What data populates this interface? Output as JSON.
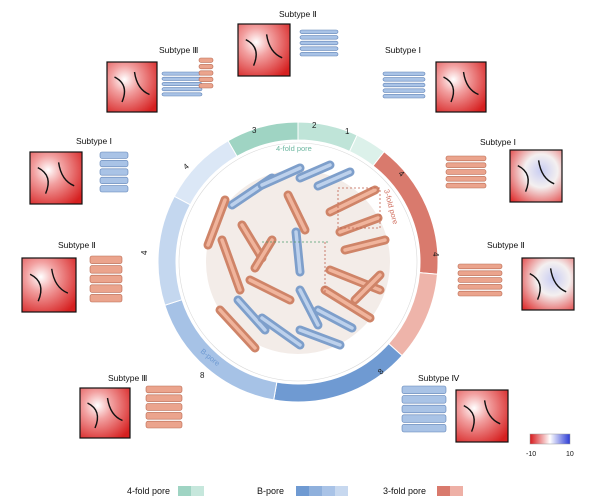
{
  "subtypes": {
    "top": "Subtype Ⅱ",
    "top_left": "Subtype Ⅲ",
    "top_right": "Subtype Ⅰ",
    "left_upper": "Subtype Ⅰ",
    "right_upper": "Subtype Ⅰ",
    "left_lower": "Subtype Ⅱ",
    "right_lower": "Subtype Ⅱ",
    "bottom_left": "Subtype Ⅲ",
    "bottom_right": "Subtype Ⅳ"
  },
  "ring": {
    "segments": [
      {
        "label": "3",
        "color": "#9fd4c3"
      },
      {
        "label": "2",
        "color": "#bfe4d8"
      },
      {
        "label": "1",
        "color": "#dcf1ea"
      },
      {
        "label": "4",
        "color": "#d97a6d"
      },
      {
        "label": "4",
        "color": "#eeb4aa"
      },
      {
        "label": "8",
        "color": "#6f9ad2"
      },
      {
        "label": "8",
        "color": "#a6c2e6"
      },
      {
        "label": "4",
        "color": "#c4d7ef"
      },
      {
        "label": "4",
        "color": "#dbe7f6"
      }
    ],
    "pore_labels": {
      "four_fold": "4-fold pore",
      "three_fold": "3-fold pore",
      "b_pore": "B-pore"
    }
  },
  "colorbar": {
    "min": "-10",
    "max": "10",
    "low_color": "#d7191c",
    "high_color": "#2b3bd6"
  },
  "legend": [
    {
      "label": "4-fold pore",
      "colors": [
        "#9fd4c3",
        "#c6e7dc"
      ]
    },
    {
      "label": "B-pore",
      "colors": [
        "#6f9ad2",
        "#8fb0dc",
        "#a9c3e7",
        "#c7d8ef"
      ]
    },
    {
      "label": "3-fold pore",
      "colors": [
        "#d97a6d",
        "#eeb0a6"
      ]
    }
  ],
  "colors": {
    "salmon": "#e0957a",
    "blue": "#93b4da",
    "teal": "#9fd4c3"
  }
}
